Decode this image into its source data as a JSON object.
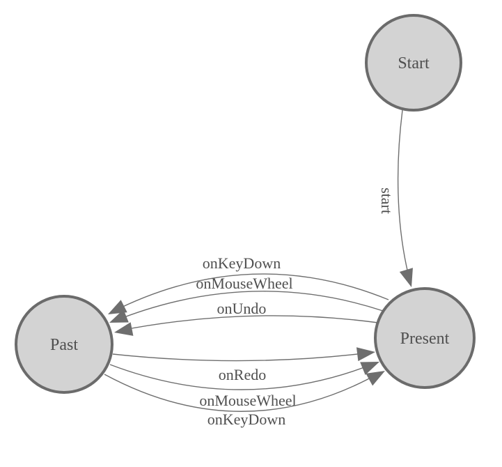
{
  "diagram": {
    "kind": "finite-state-machine",
    "colors": {
      "background": "#ffffff",
      "node_fill": "#d3d3d3",
      "node_stroke": "#6b6b6b",
      "edge_stroke": "#6e6e6e",
      "arrowhead_fill": "#6e6e6e",
      "label_text": "#4f4f4f"
    },
    "nodes": [
      {
        "id": "start",
        "label": "Start"
      },
      {
        "id": "past",
        "label": "Past"
      },
      {
        "id": "present",
        "label": "Present"
      }
    ],
    "edges": [
      {
        "from": "Start",
        "to": "Present",
        "label": "start"
      },
      {
        "from": "Present",
        "to": "Past",
        "label": "onKeyDown"
      },
      {
        "from": "Present",
        "to": "Past",
        "label": "onMouseWheel"
      },
      {
        "from": "Present",
        "to": "Past",
        "label": "onUndo"
      },
      {
        "from": "Past",
        "to": "Present",
        "label": "onRedo"
      },
      {
        "from": "Past",
        "to": "Present",
        "label": "onMouseWheel"
      },
      {
        "from": "Past",
        "to": "Present",
        "label": "onKeyDown"
      }
    ]
  }
}
